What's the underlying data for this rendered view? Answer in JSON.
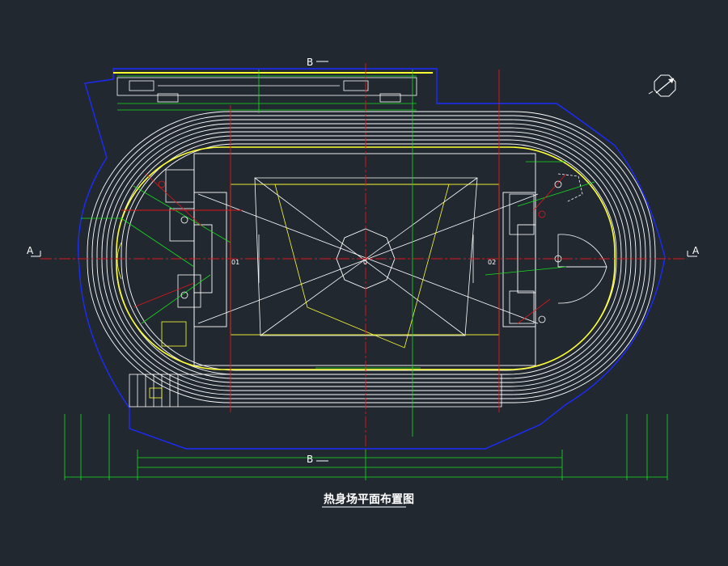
{
  "canvas_bg": "#212830",
  "colors": {
    "track": "#ffffff",
    "boundary": "#1a2cff",
    "axis": "#e0161a",
    "dim": "#16e01d",
    "accent": "#ffff33",
    "text": "#ffffff"
  },
  "section_marks": {
    "a_left": "A",
    "a_right": "A",
    "b_top": "B",
    "b_bottom": "B"
  },
  "center_marks": {
    "center": "0",
    "left": "01",
    "right": "02"
  },
  "drawing_title": "热身场平面布置图",
  "icons": [
    "north-arrow-icon"
  ]
}
